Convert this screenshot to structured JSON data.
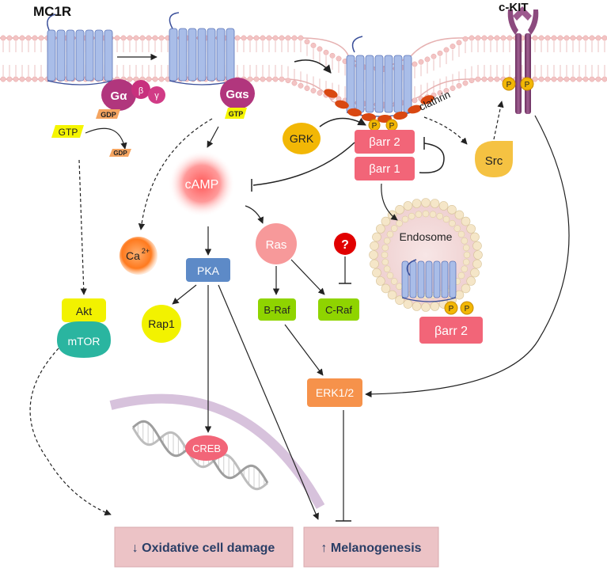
{
  "labels": {
    "mc1r": "MC1R",
    "ckit": "c-KIT",
    "g_alpha": "Gα",
    "g_beta": "β",
    "g_gamma": "γ",
    "g_alpha_s": "Gαs",
    "gdp": "GDP",
    "gtp": "GTP",
    "gdp_small": "GDP",
    "gtp_s": "GTP",
    "clathrin": "clathrin",
    "p": "P",
    "grk": "GRK",
    "barr2": "βarr 2",
    "barr1": "βarr 1",
    "src": "Src",
    "camp": "cAMP",
    "ca": "Ca",
    "ca_sup": "2+",
    "pka": "PKA",
    "ras": "Ras",
    "question": "?",
    "braf": "B-Raf",
    "craf": "C-Raf",
    "rap1": "Rap1",
    "akt": "Akt",
    "mtor": "mTOR",
    "endosome": "Endosome",
    "barr2_endo": "βarr 2",
    "erk": "ERK1/2",
    "creb": "CREB",
    "oxidative": "↓ Oxidative cell damage",
    "melanogenesis": "↑ Melanogenesis"
  },
  "colors": {
    "receptor": "#a9bde8",
    "membrane_head": "#f3c4c4",
    "g_protein": "#b1367d",
    "barr": "#f26578",
    "camp": "#ff7a7a",
    "pka": "#5d8ac7",
    "ras": "#f7999a",
    "raf": "#8fd400",
    "rap1": "#f2f200",
    "akt": "#f2f200",
    "mtor": "#2ab5a0",
    "erk": "#f6924b",
    "ca": "#ff7a1e",
    "grk": "#f2b705",
    "src": "#f5c242",
    "outcome_box": "#ecc3c6",
    "ckit": "#8c4a7e"
  }
}
